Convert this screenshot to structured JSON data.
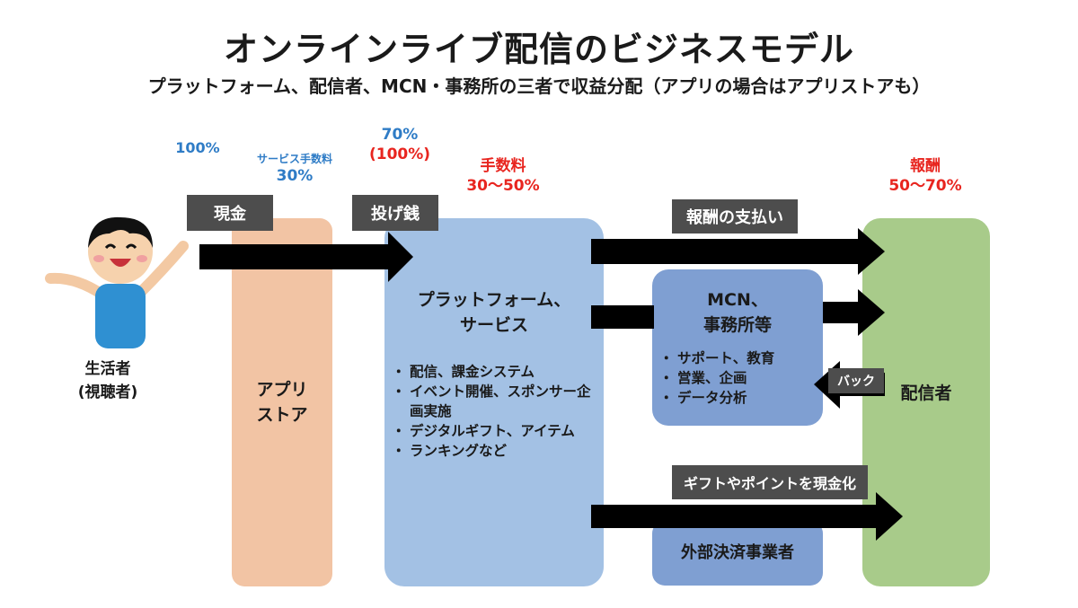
{
  "title": "オンラインライブ配信のビジネスモデル",
  "subtitle": "プラットフォーム、配信者、MCN・事務所の三者で収益分配（アプリの場合はアプリストアも）",
  "viewer": {
    "label_line1": "生活者",
    "label_line2": "(視聴者)",
    "share": "100%"
  },
  "appstore": {
    "label_line1": "アプリ",
    "label_line2": "ストア",
    "fee_label": "サービス手数料",
    "fee_value": "30%"
  },
  "platform": {
    "label_line1": "プラットフォーム、",
    "label_line2": "サービス",
    "share_line1": "70%",
    "share_line2": "(100%)",
    "fee_label": "手数料",
    "fee_value": "30〜50%",
    "features": [
      "配信、課金システム",
      "イベント開催、スポンサー企画実施",
      "デジタルギフト、アイテム",
      "ランキングなど"
    ]
  },
  "mcn": {
    "label_line1": "MCN、",
    "label_line2": "事務所等",
    "features": [
      "サポート、教育",
      "営業、企画",
      "データ分析"
    ]
  },
  "external": {
    "label": "外部決済事業者"
  },
  "creator": {
    "label": "配信者",
    "reward_label": "報酬",
    "reward_value": "50〜70%"
  },
  "tags": {
    "cash": "現金",
    "tip": "投げ銭",
    "reward_payment": "報酬の支払い",
    "back": "バック",
    "convert": "ギフトやポイントを現金化"
  },
  "colors": {
    "appstore": "#f2c4a4",
    "platform": "#a3c1e4",
    "mcn": "#7f9fd2",
    "creator": "#a8cb8a",
    "percent_blue": "#2f7cc6",
    "percent_red": "#e8251f",
    "arrow": "#000000",
    "tag_bg": "#4d4d4d"
  }
}
